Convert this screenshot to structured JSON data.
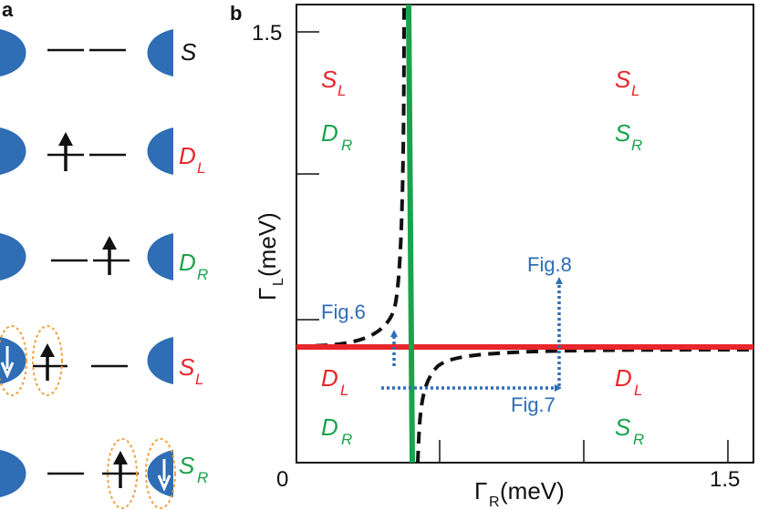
{
  "panel_a": {
    "label": "a",
    "rows": [
      {
        "state": "S"
      },
      {
        "state": "D",
        "sub": "L"
      },
      {
        "state": "D",
        "sub": "R"
      },
      {
        "state": "S",
        "sub": "L"
      },
      {
        "state": "S",
        "sub": "R"
      }
    ]
  },
  "panel_b": {
    "label": "b",
    "axes": {
      "x_label": "Γ",
      "x_label_sub": "R",
      "x_label_unit": " (meV)",
      "y_label": "Γ",
      "y_label_sub": "L",
      "y_label_unit": " (meV)",
      "x_tick_0": "0",
      "x_tick_max": "1.5",
      "y_tick_max": "1.5"
    },
    "regions": {
      "top_left": [
        {
          "state": "S",
          "sub": "L"
        },
        {
          "state": "D",
          "sub": "R"
        }
      ],
      "top_right": [
        {
          "state": "S",
          "sub": "L"
        },
        {
          "state": "S",
          "sub": "R"
        }
      ],
      "bottom_left": [
        {
          "state": "D",
          "sub": "L"
        },
        {
          "state": "D",
          "sub": "R"
        }
      ],
      "bottom_right": [
        {
          "state": "D",
          "sub": "L"
        },
        {
          "state": "S",
          "sub": "R"
        }
      ]
    },
    "annotations": {
      "fig6": "Fig.6",
      "fig7": "Fig.7",
      "fig8": "Fig.8"
    },
    "colors": {
      "red": "#e8262b",
      "green": "#1aa34a",
      "blue": "#2f6db5",
      "orange": "#f0a040",
      "black": "#111111"
    }
  }
}
